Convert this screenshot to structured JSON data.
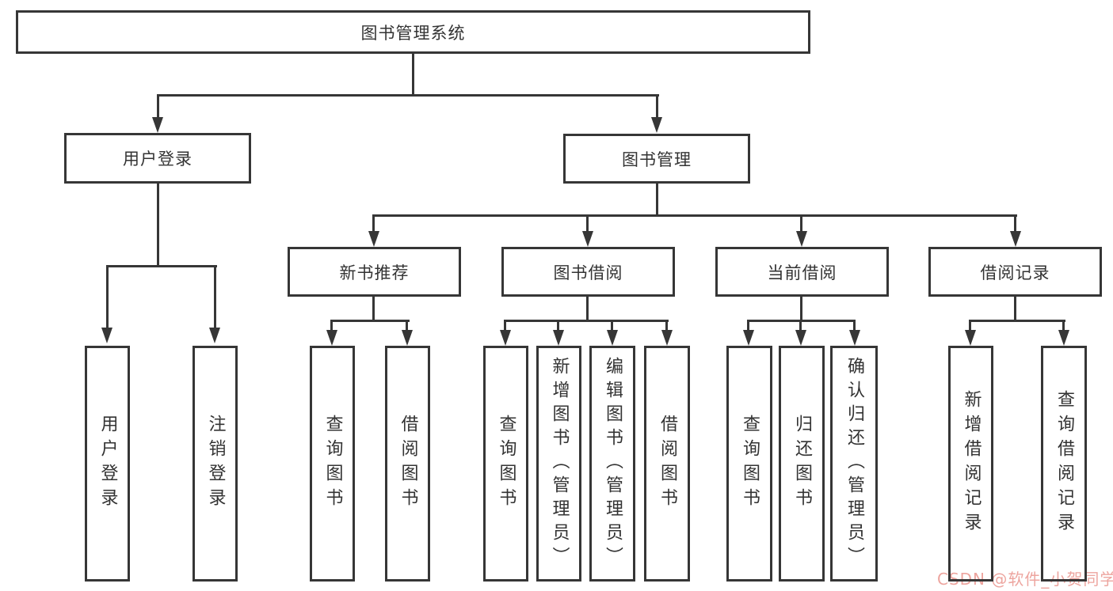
{
  "diagram": {
    "type": "tree",
    "nodes": {
      "root": {
        "label": "图书管理系统"
      },
      "level2": [
        {
          "label": "用户登录"
        },
        {
          "label": "图书管理"
        }
      ],
      "level3": [
        {
          "label": "新书推荐"
        },
        {
          "label": "图书借阅"
        },
        {
          "label": "当前借阅"
        },
        {
          "label": "借阅记录"
        }
      ],
      "leaves": {
        "login": [
          {
            "label": "用户登录"
          },
          {
            "label": "注销登录"
          }
        ],
        "new_books": [
          {
            "label": "查询图书"
          },
          {
            "label": "借阅图书"
          }
        ],
        "book_borrow": [
          {
            "label": "查询图书"
          },
          {
            "label": "新增图书（管理员）"
          },
          {
            "label": "编辑图书（管理员）"
          },
          {
            "label": "借阅图书"
          }
        ],
        "current_borrow": [
          {
            "label": "查询图书"
          },
          {
            "label": "归还图书"
          },
          {
            "label": "确认归还（管理员）"
          }
        ],
        "borrow_records": [
          {
            "label": "新增借阅记录"
          },
          {
            "label": "查询借阅记录"
          }
        ]
      }
    },
    "colors": {
      "line": "#363636",
      "text": "#333333",
      "background": "#ffffff",
      "watermark": "#eda59f"
    }
  },
  "watermark": {
    "text": "CSDN @软件_小贺同学"
  }
}
